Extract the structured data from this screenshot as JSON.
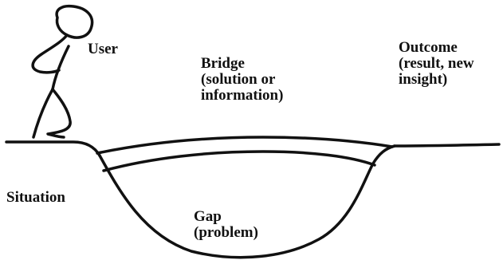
{
  "labels": {
    "user": "User",
    "bridge": [
      "Bridge",
      "(solution or",
      "information)"
    ],
    "outcome": [
      "Outcome",
      "(result, new",
      "insight)"
    ],
    "situation": "Situation",
    "gap": [
      "Gap",
      "(problem)"
    ]
  },
  "colors": {
    "ink": "#111111",
    "background": "#ffffff"
  }
}
